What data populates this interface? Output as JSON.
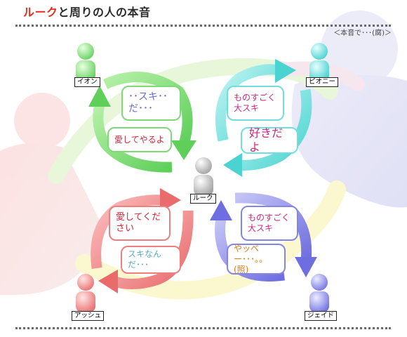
{
  "header": {
    "title_highlight": "ルーク",
    "title_rest": "と周りの人の本音",
    "note": "＜本音で･･･(腐)＞"
  },
  "people": {
    "center": "ルーク",
    "top_left": "イオン",
    "top_right": "ピオニー",
    "bottom_left": "アッシュ",
    "bottom_right": "ジェイド"
  },
  "bubbles": {
    "ion_out": "･･スキ･･ だ･･･",
    "luke_to_ion": "愛してやるよ",
    "peony_out": "ものすごく大スキ",
    "luke_to_peony": "好きだよ",
    "luke_to_asch": "愛してください",
    "asch_out": "スキなんだ･･･",
    "jade_out": "ものすごく大スキ",
    "luke_to_jade": "やッべー･･･。。(照)"
  },
  "colors": {
    "green": "#7fd97a",
    "cyan": "#6fdedc",
    "red": "#ee7f80",
    "blue": "#8585e6",
    "title_highlight": "#e4301e"
  }
}
